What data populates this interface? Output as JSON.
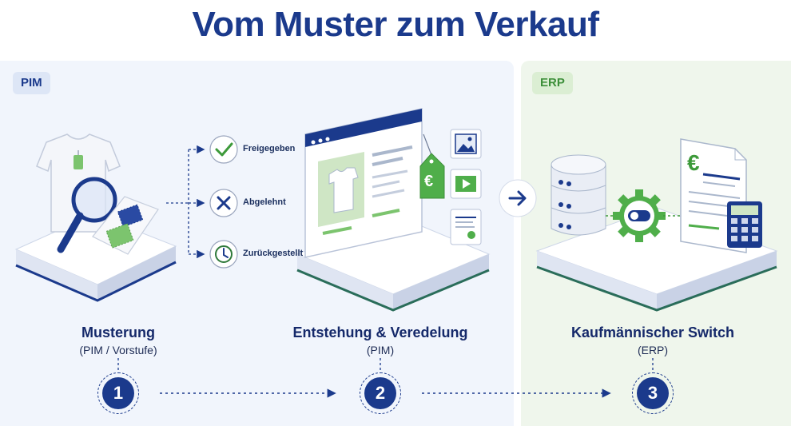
{
  "title": "Vom Muster zum Verkauf",
  "panels": {
    "pim_badge": "PIM",
    "erp_badge": "ERP"
  },
  "statuses": [
    {
      "label": "Freigegeben",
      "icon": "check-icon",
      "color": "#3d9a3a"
    },
    {
      "label": "Abgelehnt",
      "icon": "close-icon",
      "color": "#1b3a8c"
    },
    {
      "label": "Zurückgestellt",
      "icon": "clock-icon",
      "color": "#2f7a3a"
    }
  ],
  "price_tag": "€",
  "invoice_symbol": "€",
  "steps": [
    {
      "number": "1",
      "title": "Musterung",
      "subtitle": "(PIM / Vorstufe)"
    },
    {
      "number": "2",
      "title": "Entstehung & Veredelung",
      "subtitle": "(PIM)"
    },
    {
      "number": "3",
      "title": "Kaufmännischer Switch",
      "subtitle": "(ERP)"
    }
  ],
  "colors": {
    "navy": "#1b3a8c",
    "green": "#3d9a3a",
    "pim_bg": "#f1f5fc",
    "erp_bg": "#eff6ec"
  }
}
